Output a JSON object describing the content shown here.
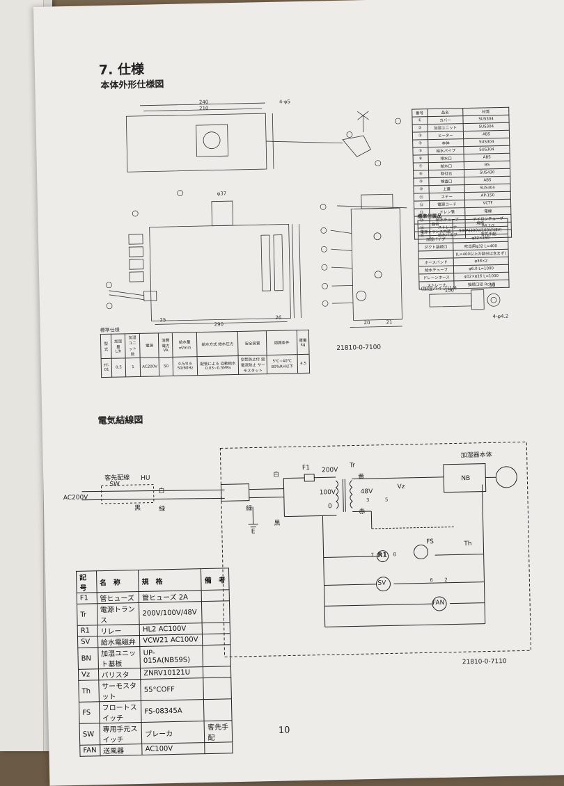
{
  "page": {
    "section_title": "7. 仕様",
    "subtitle": "本体外形仕様図",
    "wiring_title": "電気結線図",
    "drawing_no_1": "21810-0-7100",
    "drawing_no_2": "21810-0-7110",
    "page_number": "10"
  },
  "dims": {
    "d240": "240",
    "d210": "210",
    "d37": "φ37",
    "d290": "290",
    "d25": "25",
    "d26": "26",
    "d20": "20",
    "d21": "21",
    "d50": "50",
    "d150": "150",
    "holes": "4-φ4.2",
    "top_hole": "4-φ5"
  },
  "spec_table": {
    "caption": "標準仕様",
    "headers": [
      "型式",
      "加湿量 L/h",
      "加湿ユニット数",
      "電源",
      "消費電力 VA",
      "給水量 ㎥/min",
      "給水方式 給水圧力",
      "安全装置",
      "周囲条件",
      "重量 kg"
    ],
    "row": [
      "FT-01",
      "0.5",
      "1",
      "AC200V",
      "50",
      "0.5/0.6 50/60Hz",
      "配管による 自動給水 0.03~0.5MPa",
      "空焚防止付 過電流防止 サーモスタット",
      "5℃~40℃ 80%RH以下",
      "4.5"
    ]
  },
  "parts_list": {
    "headers": [
      "番号",
      "品名",
      "材質"
    ],
    "rows": [
      [
        "①",
        "カバー",
        "SUS304"
      ],
      [
        "②",
        "加湿ユニット",
        "SUS304"
      ],
      [
        "③",
        "ヒーター",
        "ABS"
      ],
      [
        "④",
        "本体",
        "SUS304"
      ],
      [
        "⑤",
        "給水パイプ",
        "SUS304"
      ],
      [
        "⑥",
        "排水口",
        "ABS"
      ],
      [
        "⑦",
        "給水口",
        "BS"
      ],
      [
        "⑧",
        "取付台",
        "SUS430"
      ],
      [
        "⑨",
        "検査口",
        "ABS"
      ],
      [
        "⑩",
        "上蓋",
        "SUS304"
      ],
      [
        "⑪",
        "ステー",
        "AP-150"
      ],
      [
        "⑫",
        "電源コード",
        "VCTF"
      ],
      [
        "⑬",
        "ドレン管",
        "電線"
      ],
      [
        "⑭",
        "給水チューブ",
        "ナイロンチューブ"
      ],
      [
        "⑮",
        "ストレーナ",
        "BS 1/2"
      ],
      [
        "⑯",
        "給水バルブ",
        "客先手配"
      ]
    ]
  },
  "accessories": {
    "caption": "標準付属品",
    "headers": [
      "品名",
      "規格"
    ],
    "rows": [
      [
        "電源トランス内蔵",
        "50VA(200V/100V/48V)"
      ],
      [
        "加湿パイプ",
        "φ32×150"
      ],
      [
        "ダクト接続口",
        "吹出用φ32 L=400"
      ],
      [
        "",
        "(L=400以上の部分は含まず)"
      ],
      [
        "ホースバンド",
        "φ38×2"
      ],
      [
        "給水チューブ",
        "φ6.0 L=1000"
      ],
      [
        "ドレーンホース",
        "φ12×φ16 L=1000"
      ],
      [
        "ストレーナ",
        "接続口径 Rc1/2"
      ]
    ],
    "pipe_caption": "(加湿パイプ)1/4"
  },
  "wiring": {
    "customer_wiring": "客先配線",
    "sw": "SW",
    "hu": "HU",
    "ac": "AC200V",
    "white": "白",
    "black": "黒",
    "green": "緑",
    "ground": "E",
    "f1": "F1",
    "tr": "Tr",
    "v200": "200V",
    "v100": "100V",
    "v0": "0",
    "yellow": "黄",
    "red": "赤",
    "v48": "48V",
    "vz": "Vz",
    "n3": "3",
    "n5": "5",
    "n7": "7",
    "n8": "8",
    "n6": "6",
    "n2": "2",
    "nb": "NB",
    "r1": "R1",
    "fs": "FS",
    "th": "Th",
    "sv": "SV",
    "fan": "FAN",
    "unit_label": "加湿器本体"
  },
  "legend": {
    "headers": [
      "記号",
      "名　称",
      "規　格",
      "備　考"
    ],
    "rows": [
      [
        "F1",
        "管ヒューズ",
        "管ヒューズ 2A",
        ""
      ],
      [
        "Tr",
        "電源トランス",
        "200V/100V/48V",
        ""
      ],
      [
        "R1",
        "リレー",
        "HL2 AC100V",
        ""
      ],
      [
        "SV",
        "給水電磁弁",
        "VCW21 AC100V",
        ""
      ],
      [
        "BN",
        "加湿ユニット基板",
        "UP-015A(NB59S)",
        ""
      ],
      [
        "Vz",
        "バリスタ",
        "ZNRV10121U",
        ""
      ],
      [
        "Th",
        "サーモスタット",
        "55°COFF",
        ""
      ],
      [
        "FS",
        "フロートスイッチ",
        "FS-08345A",
        ""
      ],
      [
        "SW",
        "専用手元スイッチ",
        "ブレーカ",
        "客先手配"
      ],
      [
        "FAN",
        "送風器",
        "AC100V",
        ""
      ]
    ]
  }
}
